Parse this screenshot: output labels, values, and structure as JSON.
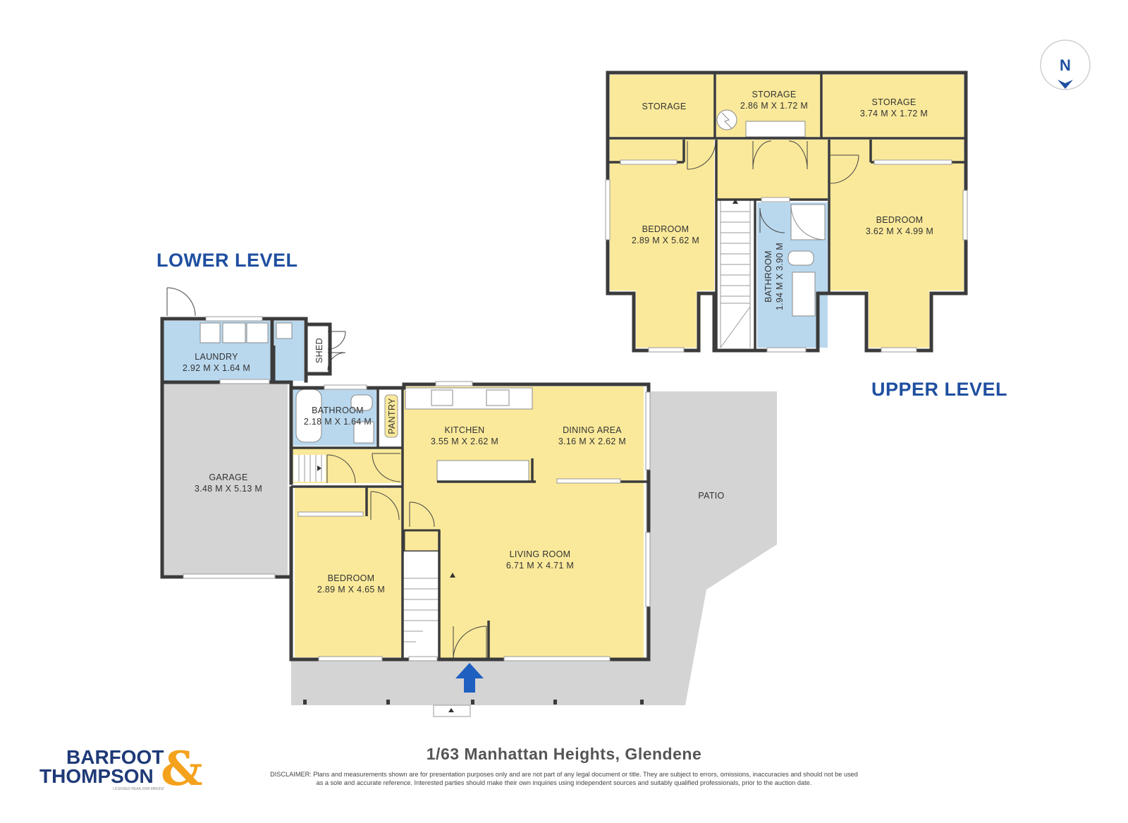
{
  "levels": {
    "lower": "LOWER LEVEL",
    "upper": "UPPER LEVEL"
  },
  "compass": {
    "label": "N"
  },
  "rooms_lower": {
    "laundry": {
      "name": "LAUNDRY",
      "size": "2.92 M X 1.64 M"
    },
    "shed": {
      "name": "SHED"
    },
    "garage": {
      "name": "GARAGE",
      "size": "3.48 M X 5.13 M"
    },
    "bathroom": {
      "name": "BATHROOM",
      "size": "2.18 M X 1.64 M"
    },
    "pantry": {
      "name": "PANTRY"
    },
    "kitchen": {
      "name": "KITCHEN",
      "size": "3.55 M X 2.62 M"
    },
    "dining": {
      "name": "DINING AREA",
      "size": "3.16 M X 2.62 M"
    },
    "patio": {
      "name": "PATIO"
    },
    "living": {
      "name": "LIVING ROOM",
      "size": "6.71 M X 4.71 M"
    },
    "bedroom": {
      "name": "BEDROOM",
      "size": "2.89 M X 4.65 M"
    }
  },
  "rooms_upper": {
    "storage1": {
      "name": "STORAGE"
    },
    "storage2": {
      "name": "STORAGE",
      "size": "2.86 M X 1.72 M"
    },
    "storage3": {
      "name": "STORAGE",
      "size": "3.74 M X 1.72 M"
    },
    "bedroom_left": {
      "name": "BEDROOM",
      "size": "2.89 M X 5.62 M"
    },
    "bedroom_right": {
      "name": "BEDROOM",
      "size": "3.62 M X 4.99 M"
    },
    "bathroom": {
      "name": "BATHROOM",
      "size": "1.94 M X 3.90 M"
    }
  },
  "address": "1/63 Manhattan Heights, Glendene",
  "disclaimer": {
    "line1": "DISCLAIMER: Plans and measurements shown are for presentation purposes only and are not part of any legal document or title. They are subject to errors, omissions, inaccuracies and should not be used",
    "line2": "as a sole and accurate reference. Interested parties should make their own inquiries using independent sources and suitably qualified professionals, prior to the auction date."
  },
  "brand": {
    "line1": "BARFOOT",
    "line2": "THOMPSON",
    "ampersand": "&",
    "license": "LICENSED REAA 2008 MREINZ"
  },
  "colors": {
    "room": "#fae99a",
    "wet": "#b9d8ee",
    "grey": "#d4d4d4",
    "wall": "#3b3b3b",
    "accent": "#1f4fa0",
    "amp": "#f4a21d",
    "arrow": "#1e5fc0"
  }
}
